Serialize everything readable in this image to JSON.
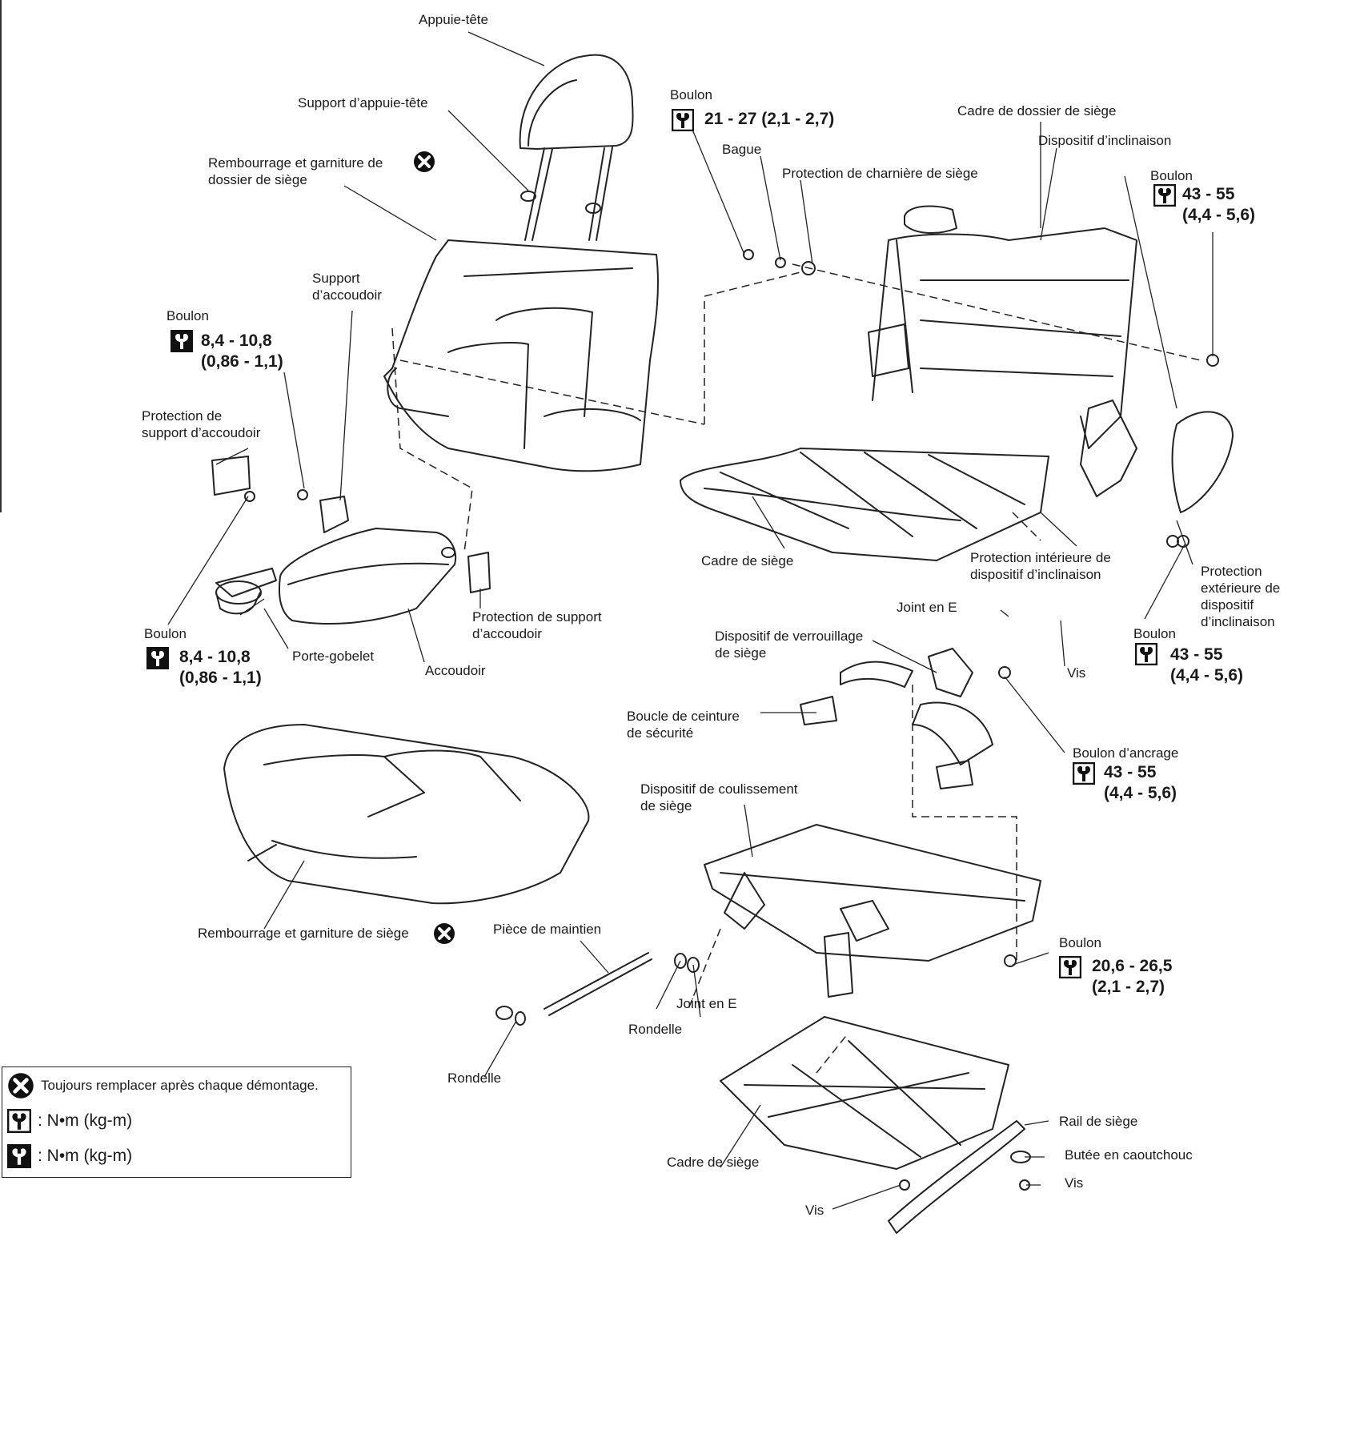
{
  "labels": {
    "appuie_tete": "Appuie-tête",
    "support_appuie_tete": "Support d’appuie-tête",
    "rembourrage_dossier": "Rembourrage et garniture de\ndossier de siège",
    "support_accoudoir": "Support\nd’accoudoir",
    "boulon_tl": "Boulon",
    "protection_support_accoudoir_l": "Protection de\nsupport d’accoudoir",
    "boulon_bl": "Boulon",
    "porte_gobelet": "Porte-gobelet",
    "accoudoir": "Accoudoir",
    "protection_support_accoudoir_r": "Protection de support\nd’accoudoir",
    "rembourrage_siege": "Rembourrage et garniture de siège",
    "boulon_top": "Boulon",
    "bague": "Bague",
    "protection_charniere": "Protection de charnière de siège",
    "cadre_dossier": "Cadre de dossier de siège",
    "dispositif_inclinaison": "Dispositif d’inclinaison",
    "boulon_r1": "Boulon",
    "cadre_siege_1": "Cadre de siège",
    "protection_interieure": "Protection intérieure de\ndispositif d’inclinaison",
    "protection_exterieure": "Protection\nextérieure de\ndispositif\nd’inclinaison",
    "joint_e_1": "Joint en E",
    "verrouillage": "Dispositif de verrouillage\nde siège",
    "boulon_r2": "Boulon",
    "vis_1": "Vis",
    "boucle": "Boucle de ceinture\nde sécurité",
    "boulon_ancrage": "Boulon d’ancrage",
    "coulissement": "Dispositif de coulissement\nde siège",
    "piece_maintien": "Pièce de maintien",
    "boulon_r3": "Boulon",
    "joint_e_2": "Joint en E",
    "rondelle_1": "Rondelle",
    "rondelle_2": "Rondelle",
    "rail_siege": "Rail de siège",
    "butee": "Butée en caoutchouc",
    "cadre_siege_2": "Cadre de siège",
    "vis_2": "Vis",
    "vis_3": "Vis"
  },
  "torques": {
    "t_8_4_a": [
      "8,4 - 10,8",
      "(0,86 - 1,1)"
    ],
    "t_8_4_b": [
      "8,4 - 10,8",
      "(0,86 - 1,1)"
    ],
    "t_21_27": [
      "21 - 27 (2,1 - 2,7)"
    ],
    "t_43_55_a": [
      "43 - 55",
      "(4,4 - 5,6)"
    ],
    "t_43_55_b": [
      "43 - 55",
      "(4,4 - 5,6)"
    ],
    "t_43_55_c": [
      "43 - 55",
      "(4,4 - 5,6)"
    ],
    "t_20_6": [
      "20,6 - 26,5",
      "(2,1 - 2,7)"
    ]
  },
  "legend": {
    "replace": "Toujours remplacer après chaque démontage.",
    "torque_1": ": N•m (kg-m)",
    "torque_2": ": N•m (kg-m)"
  },
  "icons": [
    "replace-x-icon",
    "torque-wrench-icon",
    "torque-wrench-solid-icon"
  ],
  "colors": {
    "ink": "#1a1a1a",
    "background": "#ffffff"
  }
}
